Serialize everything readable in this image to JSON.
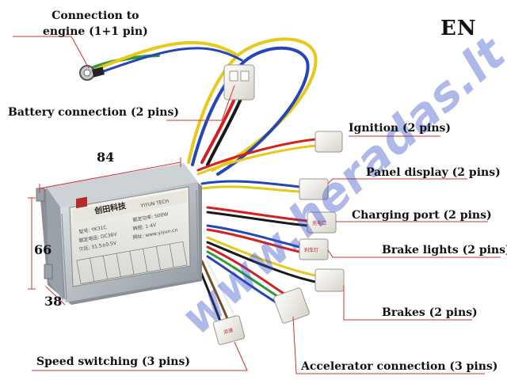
{
  "language_badge": "EN",
  "watermark": "www.heradas.lt",
  "dimensions": {
    "width": "84",
    "height": "66",
    "depth": "38"
  },
  "labels": {
    "engine": "Connection to\nengine (1+1 pin)",
    "battery": "Battery connection (2 pins)",
    "ignition": "Ignition (2 pins)",
    "panel": "Panel display (2 pins)",
    "charging": "Charging port (2 pins)",
    "brake_lights": "Brake lights (2 pins)",
    "brakes": "Brakes (2 pins)",
    "speed": "Speed switching (3 pins)",
    "accelerator": "Accelerator connection (3 pins)"
  },
  "controller_plate": {
    "brand_cn": "创田科技",
    "brand_en": "YIYUN TECH",
    "model": "型号: YK31C",
    "voltage": "额定电压: DC36V",
    "power": "额定功率: 500W",
    "range": "欠压: 31.5±0.5V",
    "speed_ratio": "转把: 1-4V",
    "website": "网址: www.yiyun.cn"
  },
  "connector_tags": {
    "charging": "充电口",
    "brake_lights": "刹车灯",
    "speed": "双速"
  },
  "colors": {
    "wire_red": "#d42020",
    "wire_black": "#1a1a1a",
    "wire_yellow": "#e8c81a",
    "wire_blue": "#2446b8",
    "wire_green": "#2e9a3a",
    "wire_brown": "#7a4a22",
    "wire_white": "#eeeeee",
    "leader_red": "#d43030",
    "casing": "#b8bec4",
    "connector": "#f5f3ec",
    "watermark": "#3750c8"
  }
}
